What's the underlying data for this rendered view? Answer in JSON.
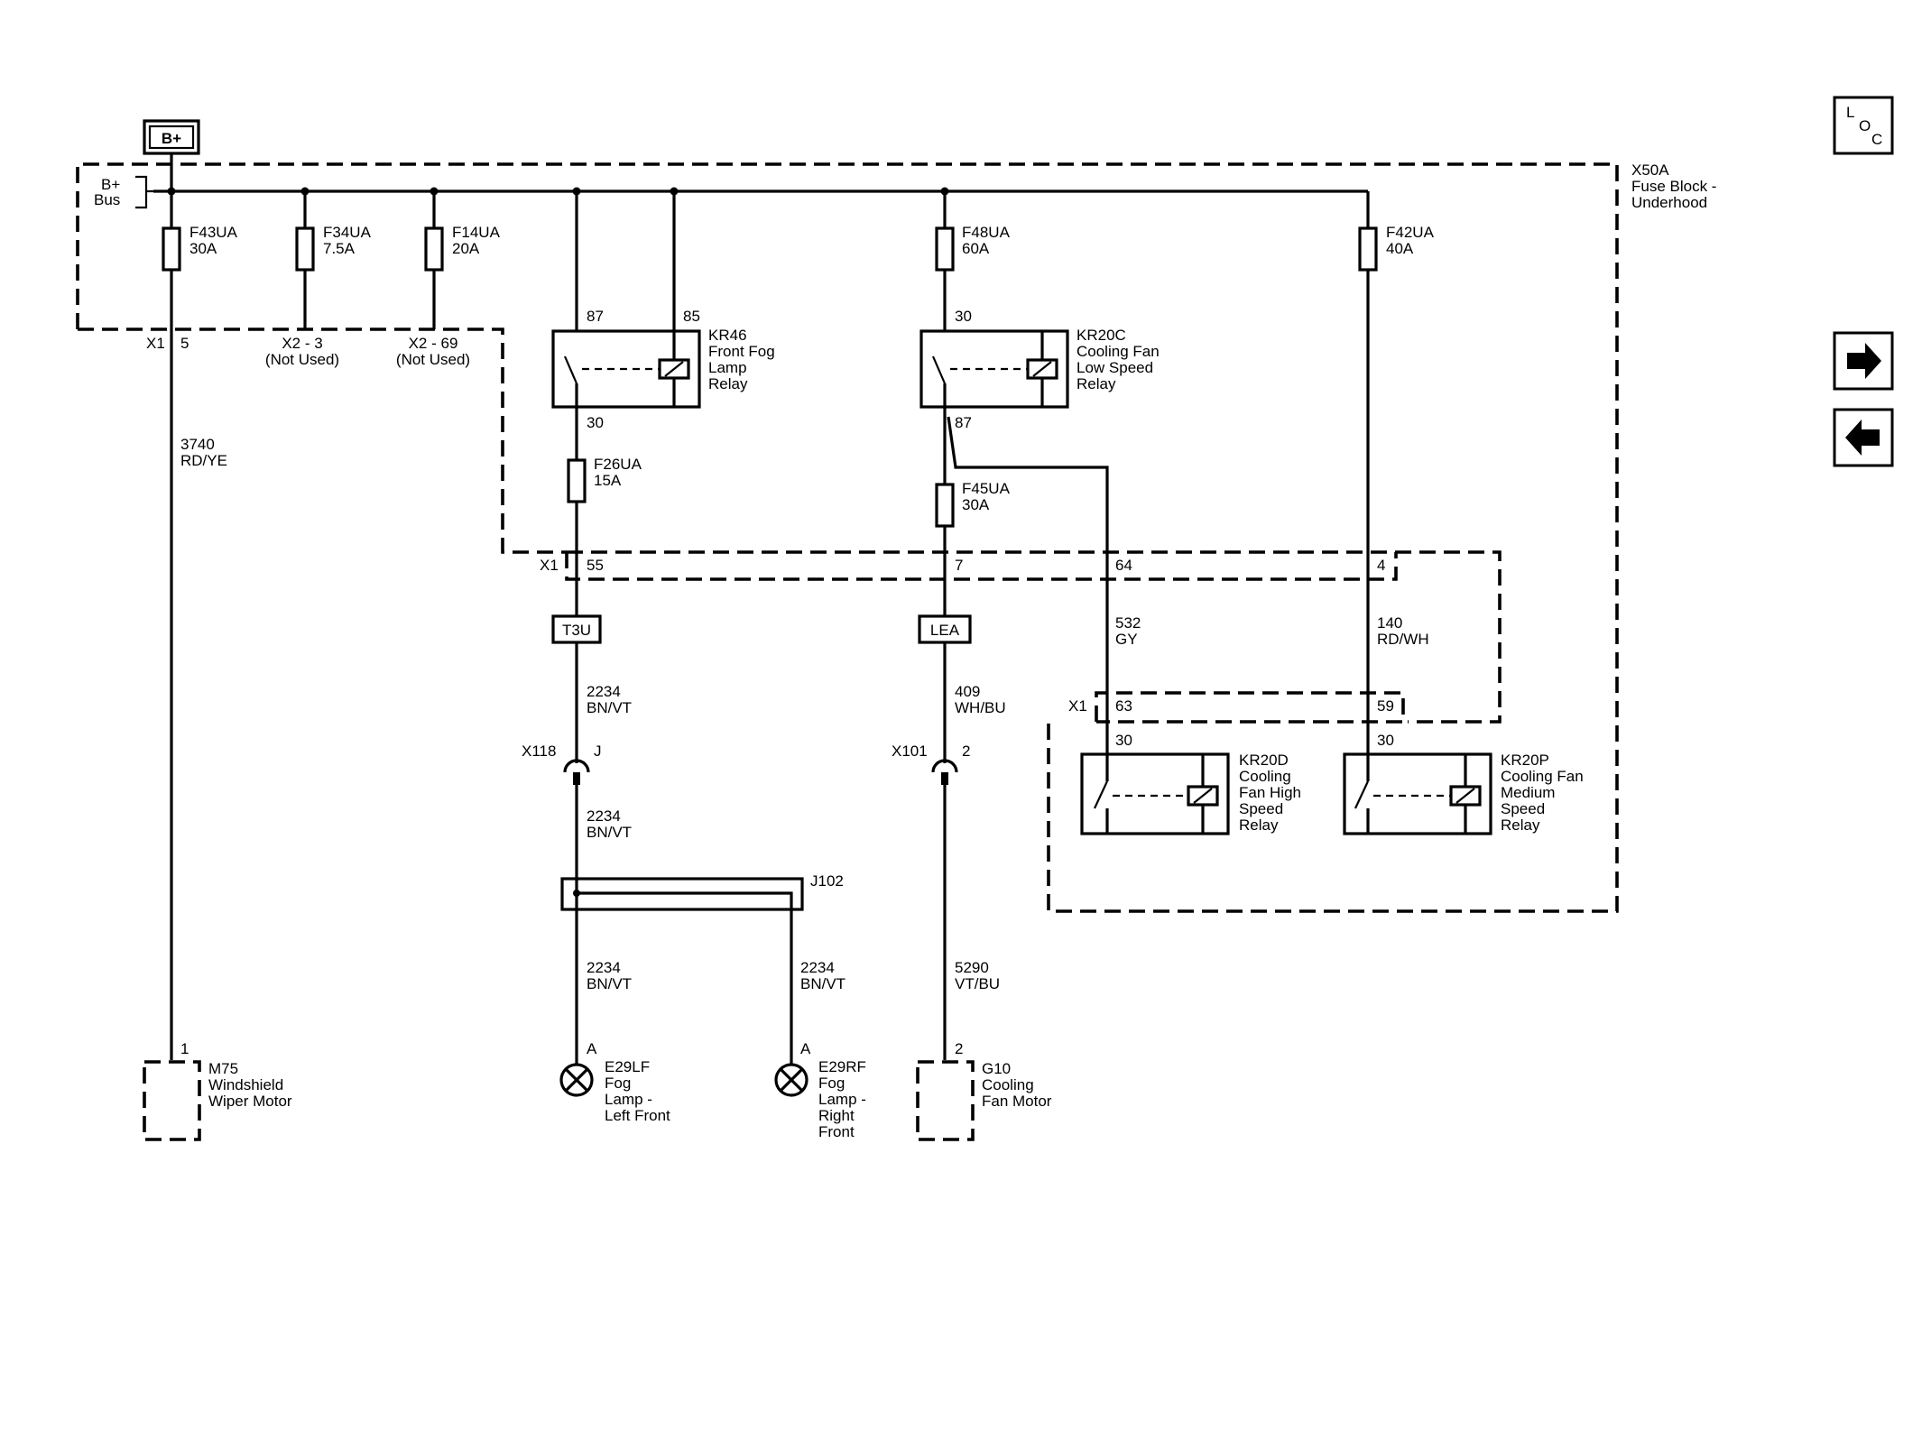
{
  "power": {
    "source_label": "B+",
    "bus_label_1": "B+",
    "bus_label_2": "Bus"
  },
  "fuse_block": {
    "line1": "X50A",
    "line2": "Fuse Block -",
    "line3": "Underhood"
  },
  "fuses": {
    "f43": {
      "name": "F43UA",
      "rating": "30A"
    },
    "f34": {
      "name": "F34UA",
      "rating": "7.5A"
    },
    "f14": {
      "name": "F14UA",
      "rating": "20A"
    },
    "f48": {
      "name": "F48UA",
      "rating": "60A"
    },
    "f42": {
      "name": "F42UA",
      "rating": "40A"
    },
    "f26": {
      "name": "F26UA",
      "rating": "15A"
    },
    "f45": {
      "name": "F45UA",
      "rating": "30A"
    }
  },
  "connectors": {
    "x1_top": "X1",
    "x1_top_pin": "5",
    "x2_3": "X2 - 3",
    "x2_3_note": "(Not Used)",
    "x2_69": "X2 - 69",
    "x2_69_note": "(Not Used)",
    "x1_mid": "X1",
    "pin55": "55",
    "pin7": "7",
    "pin64": "64",
    "pin4": "4",
    "x1_low": "X1",
    "pin63": "63",
    "pin59": "59",
    "x118": "X118",
    "x118_pin": "J",
    "x101": "X101",
    "x101_pin": "2"
  },
  "relays": {
    "kr46": {
      "pin87": "87",
      "pin85": "85",
      "pin30": "30",
      "l1": "KR46",
      "l2": "Front Fog",
      "l3": "Lamp",
      "l4": "Relay"
    },
    "kr20c": {
      "pin30": "30",
      "pin87": "87",
      "l1": "KR20C",
      "l2": "Cooling Fan",
      "l3": "Low Speed",
      "l4": "Relay"
    },
    "kr20d": {
      "pin30": "30",
      "l1": "KR20D",
      "l2": "Cooling",
      "l3": "Fan High",
      "l4": "Speed",
      "l5": "Relay"
    },
    "kr20p": {
      "pin30": "30",
      "l1": "KR20P",
      "l2": "Cooling Fan",
      "l3": "Medium",
      "l4": "Speed",
      "l5": "Relay"
    }
  },
  "wires": {
    "w3740": {
      "num": "3740",
      "color": "RD/YE"
    },
    "w532": {
      "num": "532",
      "color": "GY"
    },
    "w140": {
      "num": "140",
      "color": "RD/WH"
    },
    "w2234a": {
      "num": "2234",
      "color": "BN/VT"
    },
    "w2234b": {
      "num": "2234",
      "color": "BN/VT"
    },
    "w2234c": {
      "num": "2234",
      "color": "BN/VT"
    },
    "w2234d": {
      "num": "2234",
      "color": "BN/VT"
    },
    "w409": {
      "num": "409",
      "color": "WH/BU"
    },
    "w5290": {
      "num": "5290",
      "color": "VT/BU"
    }
  },
  "inline_labels": {
    "t3u": "T3U",
    "lea": "LEA"
  },
  "splice": {
    "name": "J102"
  },
  "components": {
    "m75": {
      "pin": "1",
      "l1": "M75",
      "l2": "Windshield",
      "l3": "Wiper Motor"
    },
    "e29lf": {
      "pin": "A",
      "l1": "E29LF",
      "l2": "Fog",
      "l3": "Lamp -",
      "l4": "Left Front"
    },
    "e29rf": {
      "pin": "A",
      "l1": "E29RF",
      "l2": "Fog",
      "l3": "Lamp -",
      "l4": "Right",
      "l5": "Front"
    },
    "g10": {
      "pin": "2",
      "l1": "G10",
      "l2": "Cooling",
      "l3": "Fan Motor"
    }
  },
  "loc_button": {
    "l": "L",
    "o": "O",
    "c": "C"
  },
  "nav": {
    "next_icon": "arrow-right-icon",
    "prev_icon": "arrow-left-icon"
  }
}
